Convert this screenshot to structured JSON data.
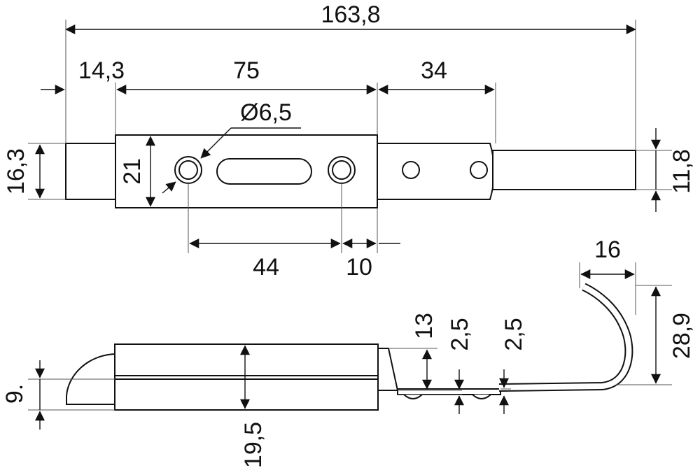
{
  "drawing": {
    "line_color": "#111111",
    "background": "#ffffff",
    "top_view": {
      "overall_length": "163,8",
      "left_offset": "14,3",
      "plate_length": "75",
      "tail_length": "34",
      "hole_diameter": "Ø6,5",
      "left_height": "16,3",
      "plate_height": "21",
      "tail_height": "11,8",
      "hole_spacing": "44",
      "edge_to_hole": "10"
    },
    "side_view": {
      "hook_width": "16",
      "hook_height": "28,9",
      "height_13": "13",
      "thickness_a": "2,5",
      "thickness_b": "2,5",
      "left_height": "9.",
      "body_height": "19,5"
    }
  }
}
